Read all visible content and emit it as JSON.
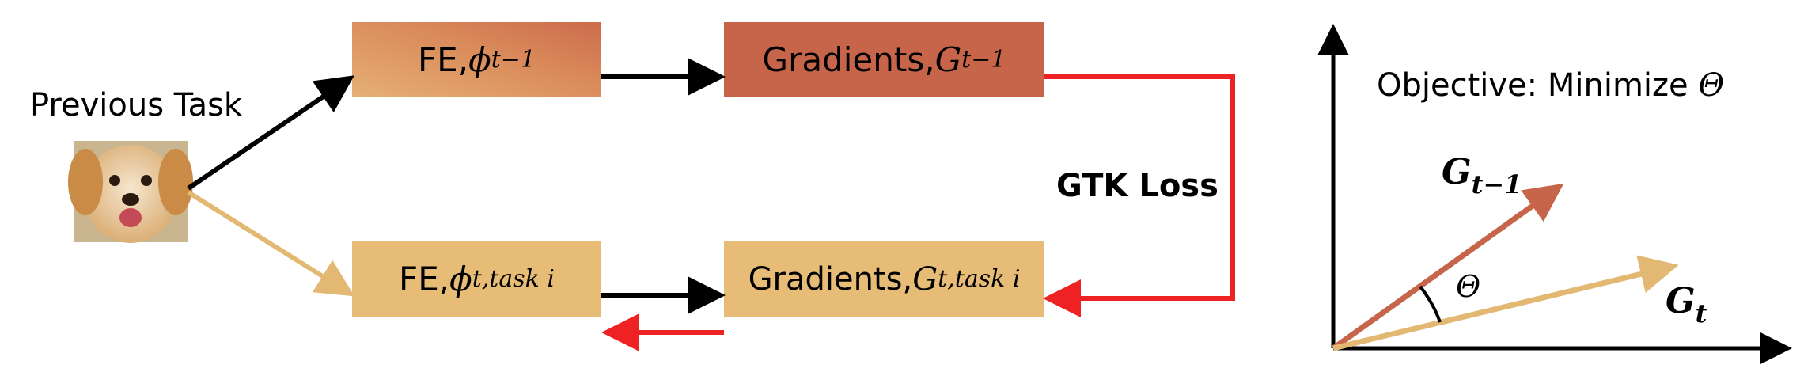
{
  "previous_task": {
    "label": "Previous Task"
  },
  "boxes": {
    "fe_prev": {
      "prefix": "FE, ",
      "symbol": "ϕ",
      "subscript": "t−1"
    },
    "grad_prev": {
      "prefix": "Gradients, ",
      "symbol": "G",
      "subscript": "t−1"
    },
    "fe_task": {
      "prefix": "FE, ",
      "symbol": "ϕ",
      "subscript": "t,task i"
    },
    "grad_task": {
      "prefix": "Gradients, ",
      "symbol": "G",
      "subscript": "t,task i"
    }
  },
  "loss_label": "GTK Loss",
  "plot": {
    "objective_text": "Objective: Minimize ",
    "objective_symbol": "Θ",
    "vec_prev": {
      "symbol": "G",
      "subscript": "t−1"
    },
    "vec_curr": {
      "symbol": "G",
      "subscript": "t"
    },
    "angle_symbol": "Θ"
  },
  "colors": {
    "fe_prev_fill": "#d9895a",
    "grad_prev_fill": "#c6654a",
    "task_fill": "#e6bc77",
    "red_arrow": "#ee2222",
    "black_arrow": "#000000",
    "tan_arrow": "#e3b873",
    "vector_prev": "#c6654a",
    "vector_curr": "#e3b873"
  }
}
